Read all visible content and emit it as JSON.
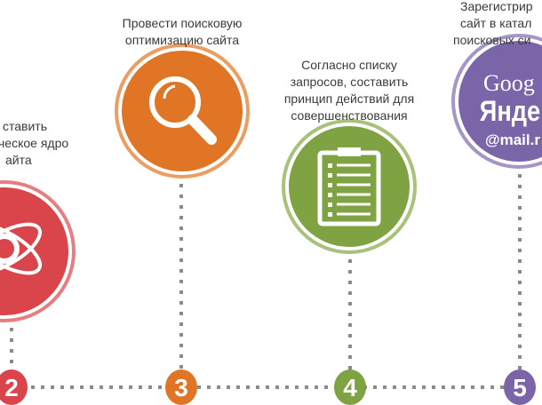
{
  "steps": [
    {
      "number": "2",
      "color": "#d9454b",
      "ring": "#e77d80",
      "icon": "atom-icon",
      "lines": [
        "ставить",
        "ческое ядро",
        "айта"
      ]
    },
    {
      "number": "3",
      "color": "#e07526",
      "ring": "#ec9e62",
      "icon": "magnifier-icon",
      "lines": [
        "Провести поисковую",
        "оптимизацию сайта"
      ]
    },
    {
      "number": "4",
      "color": "#7fa243",
      "ring": "#a8c27b",
      "icon": "clipboard-icon",
      "lines": [
        "Согласно списку",
        "запросов, составить",
        "принцип действий для",
        "совершенствования"
      ]
    },
    {
      "number": "5",
      "color": "#7a65a8",
      "ring": "#a596c6",
      "icon": "search-engines-logo",
      "lines": [
        "Зарегистрир",
        "сайт в катал",
        "поисковых си"
      ],
      "logos": [
        "Goog",
        "Яндек",
        "@mail.r"
      ]
    }
  ],
  "connector_color": "#8a8a8a"
}
